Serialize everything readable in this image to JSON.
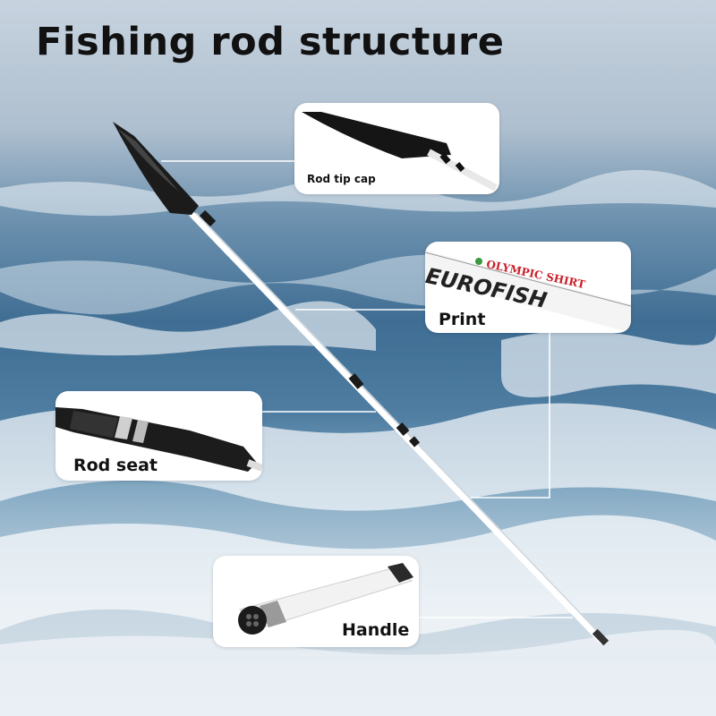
{
  "title": "Fishing rod structure",
  "callouts": {
    "tip_cap": "Rod tip cap",
    "print": "Print",
    "seat": "Rod seat",
    "handle": "Handle"
  },
  "print_text": {
    "line1": "OLYMPIC SHIRT",
    "line2": "EUROFISH"
  },
  "colors": {
    "title": "#111111",
    "card": "#ffffff",
    "rod": "#ffffff",
    "rod_black": "#1a1a1a",
    "leader_line": "#ffffff"
  }
}
